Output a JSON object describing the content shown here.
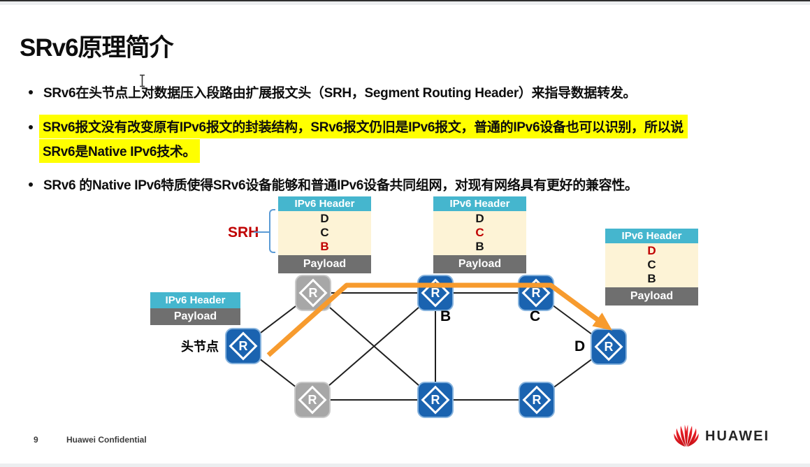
{
  "title": "SRv6原理简介",
  "bullets": {
    "b1": "SRv6在头节点上对数据压入段路由扩展报文头（SRH，Segment Routing Header）来指导数据转发。",
    "b2_line1": "SRv6报文没有改变原有IPv6报文的封装结构，SRv6报文仍旧是IPv6报文，普通的IPv6设备也可以识别，所以说",
    "b2_line2": "SRv6是Native IPv6技术。",
    "b3": "SRv6 的Native IPv6特质使得SRv6设备能够和普通IPv6设备共同组网，对现有网络具有更好的兼容性。"
  },
  "srh": {
    "label": "SRH"
  },
  "packet_stacks": {
    "after_head": {
      "header": "IPv6 Header",
      "segments": [
        {
          "letter": "D"
        },
        {
          "letter": "C"
        },
        {
          "letter": "B",
          "active": true
        }
      ],
      "payload": "Payload",
      "active_segment": "B"
    },
    "after_b": {
      "header": "IPv6 Header",
      "segments": [
        {
          "letter": "D"
        },
        {
          "letter": "C",
          "active": true
        },
        {
          "letter": "B"
        }
      ],
      "payload": "Payload",
      "active_segment": "C"
    },
    "after_c": {
      "header": "IPv6 Header",
      "segments": [
        {
          "letter": "D",
          "active": true
        },
        {
          "letter": "C"
        },
        {
          "letter": "B"
        }
      ],
      "payload": "Payload",
      "active_segment": "D"
    },
    "original": {
      "header": "IPv6 Header",
      "payload": "Payload"
    }
  },
  "diagram": {
    "router_glyph": "R",
    "labels": {
      "head": "头节点",
      "b": "B",
      "c": "C",
      "d": "D"
    }
  },
  "footer": {
    "page_number": "9",
    "confidential": "Huawei Confidential",
    "brand": "HUAWEI"
  },
  "colors": {
    "header_cyan": "#45b6ce",
    "srh_body_cream": "#fdf3d6",
    "payload_gray": "#6f6f6f",
    "highlight_yellow": "#ffff00",
    "router_blue": "#1a63b0",
    "router_gray": "#a7a7a7",
    "path_arrow_orange": "#f79b2e",
    "accent_red": "#c00000",
    "bracket_blue": "#5b9bd5",
    "huawei_red": "#e2131c"
  }
}
